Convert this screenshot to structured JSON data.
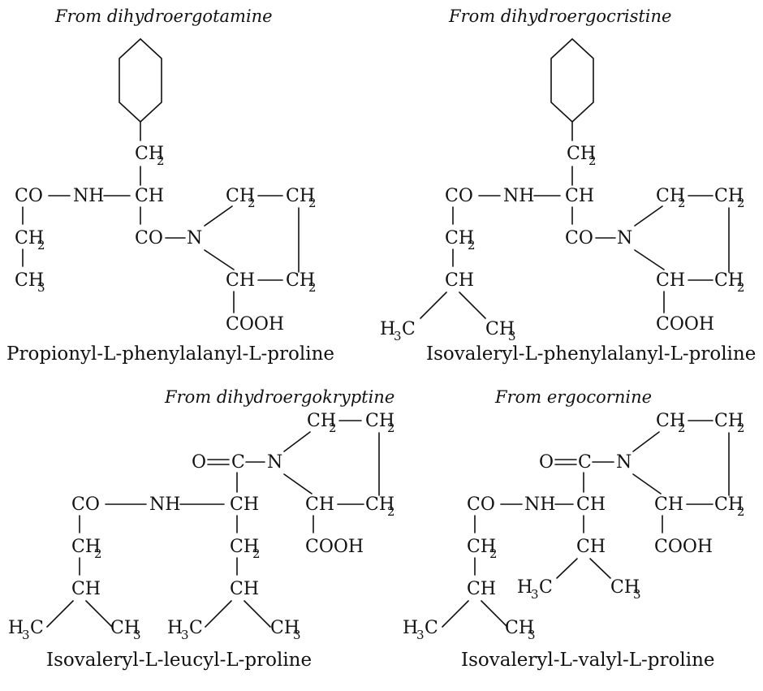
{
  "panels": [
    {
      "caption": "From dihydroergotamine",
      "name": "Propionyl-L-phenylalanyl-L-proline",
      "atoms": [
        "CH",
        "2",
        "CO",
        "NH",
        "CH",
        "CH",
        "2",
        "CH",
        "2",
        "CO",
        "N",
        "CH",
        "2",
        "CH",
        "3",
        "CH",
        "CH",
        "2",
        "COOH"
      ]
    },
    {
      "caption": "From dihydroergocristine",
      "name": "Isovaleryl-L-phenylalanyl-L-proline",
      "atoms": [
        "CH",
        "2",
        "CO",
        "NH",
        "CH",
        "CH",
        "2",
        "CH",
        "2",
        "CO",
        "N",
        "CH",
        "2",
        "CH",
        "H",
        "3",
        "C",
        "CH",
        "3",
        "CH",
        "CH",
        "2",
        "COOH"
      ]
    },
    {
      "caption": "From dihydroergokryptine",
      "name": "Isovaleryl-L-leucyl-L-proline",
      "atoms": [
        "CH",
        "2",
        "CH",
        "2",
        "O",
        "C",
        "N",
        "CO",
        "NH",
        "CH",
        "CH",
        "CH",
        "2",
        "CH",
        "2",
        "CH",
        "2",
        "COOH",
        "CH",
        "CH",
        "H",
        "3",
        "C",
        "CH",
        "3",
        "H",
        "3",
        "C",
        "CH",
        "3"
      ]
    },
    {
      "caption": "From ergocornine",
      "name": "Isovaleryl-L-valyl-L-proline",
      "atoms": [
        "CH",
        "2",
        "CH",
        "2",
        "O",
        "C",
        "N",
        "CO",
        "NH",
        "CH",
        "CH",
        "CH",
        "2",
        "CH",
        "2",
        "CH",
        "COOH",
        "H",
        "3",
        "C",
        "CH",
        "3",
        "CH",
        "H",
        "3",
        "C",
        "CH",
        "3"
      ]
    }
  ]
}
